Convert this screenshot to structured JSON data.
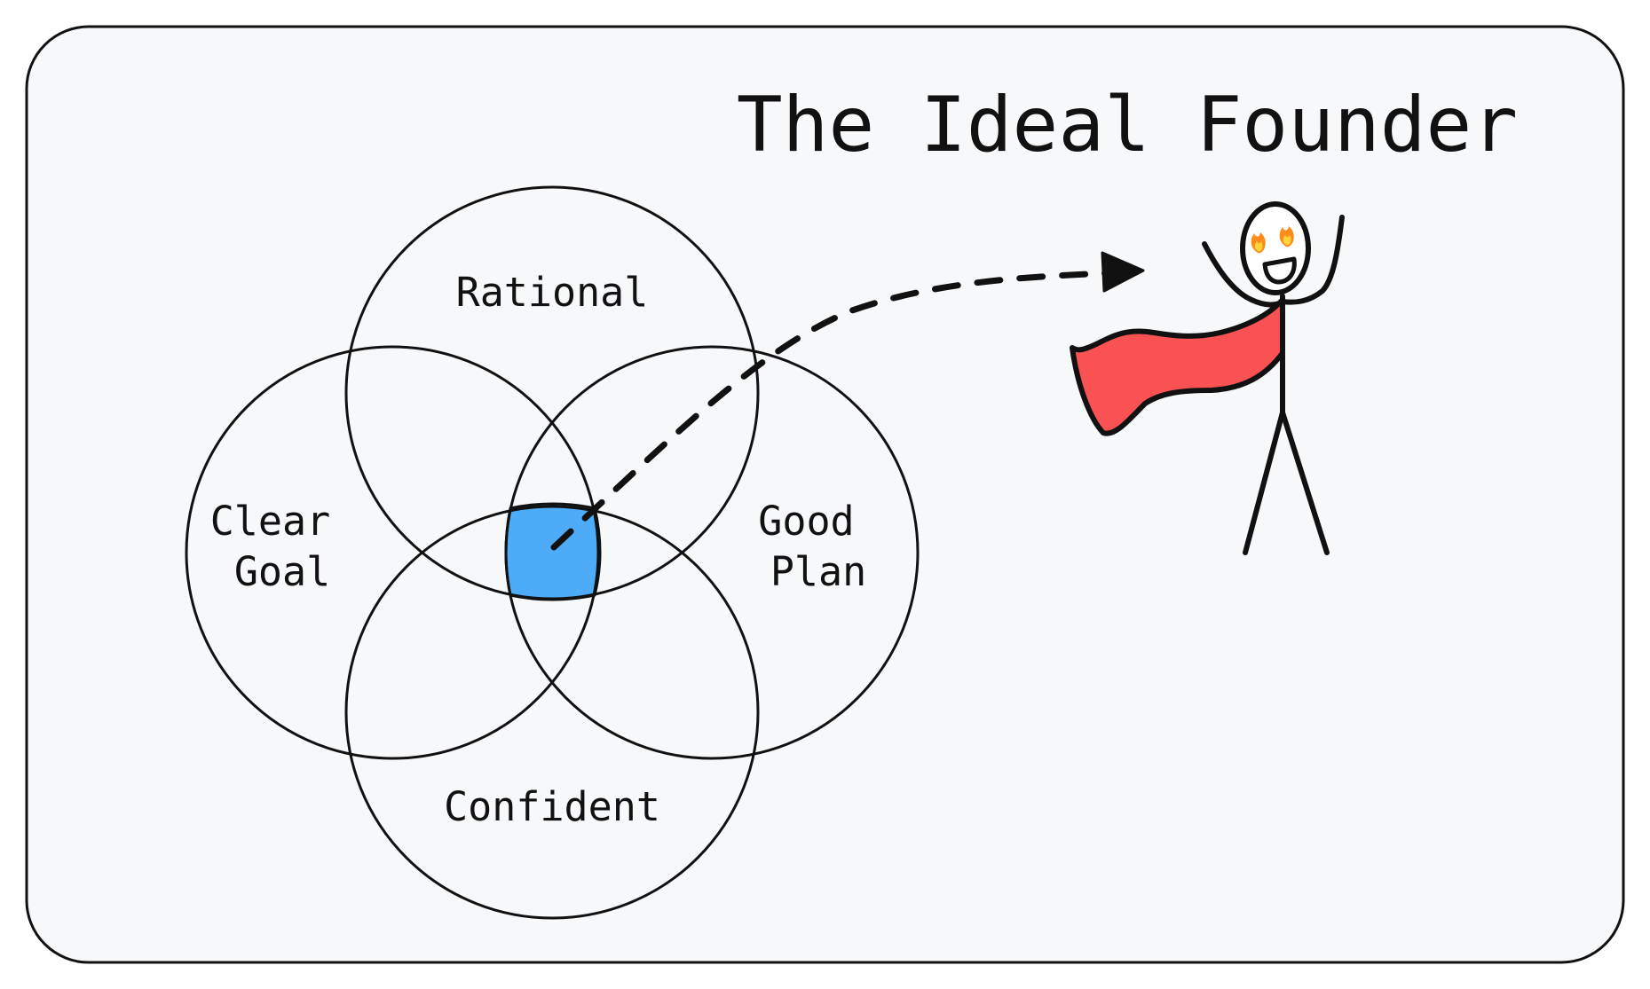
{
  "title": "The Ideal Founder",
  "venn": {
    "sets": [
      {
        "id": "rational",
        "lines": [
          "Rational"
        ]
      },
      {
        "id": "clear-goal",
        "lines": [
          "Clear",
          "Goal"
        ]
      },
      {
        "id": "good-plan",
        "lines": [
          "Good",
          "Plan"
        ]
      },
      {
        "id": "confident",
        "lines": [
          "Confident"
        ]
      }
    ],
    "center_color": "#4dabf7"
  },
  "figure": {
    "cape_color": "#fa5252",
    "eyes": "fire-icon"
  },
  "colors": {
    "background": "#f7f8fa",
    "stroke": "#111111"
  }
}
